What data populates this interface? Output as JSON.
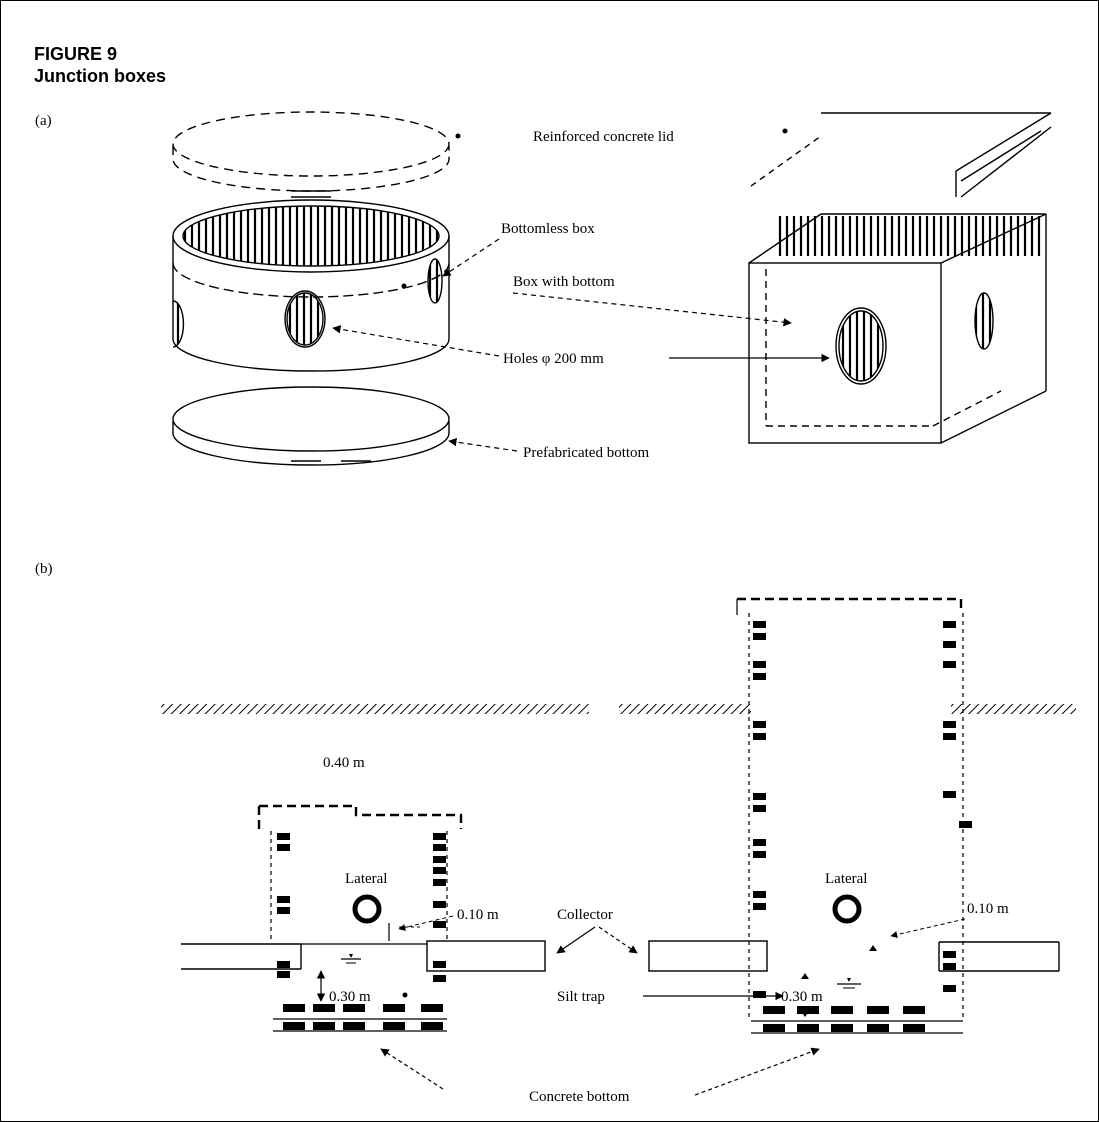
{
  "figure": {
    "number": "FIGURE 9",
    "title": "Junction boxes"
  },
  "panel_a": {
    "label": "(a)",
    "labels": {
      "lid": "Reinforced concrete lid",
      "bottomless_box": "Bottomless box",
      "box_with_bottom": "Box with bottom",
      "holes": "Holes φ 200 mm",
      "prefabricated_bottom": "Prefabricated bottom"
    }
  },
  "panel_b": {
    "label": "(b)",
    "labels": {
      "width": "0.40 m",
      "lateral_left": "Lateral",
      "lateral_right": "Lateral",
      "gap_left": "0.10 m",
      "gap_right": "0.10 m",
      "collector": "Collector",
      "depth_left": "0.30 m",
      "depth_right": "0.30 m",
      "silt_trap": "Silt trap",
      "concrete_bottom": "Concrete bottom"
    }
  }
}
